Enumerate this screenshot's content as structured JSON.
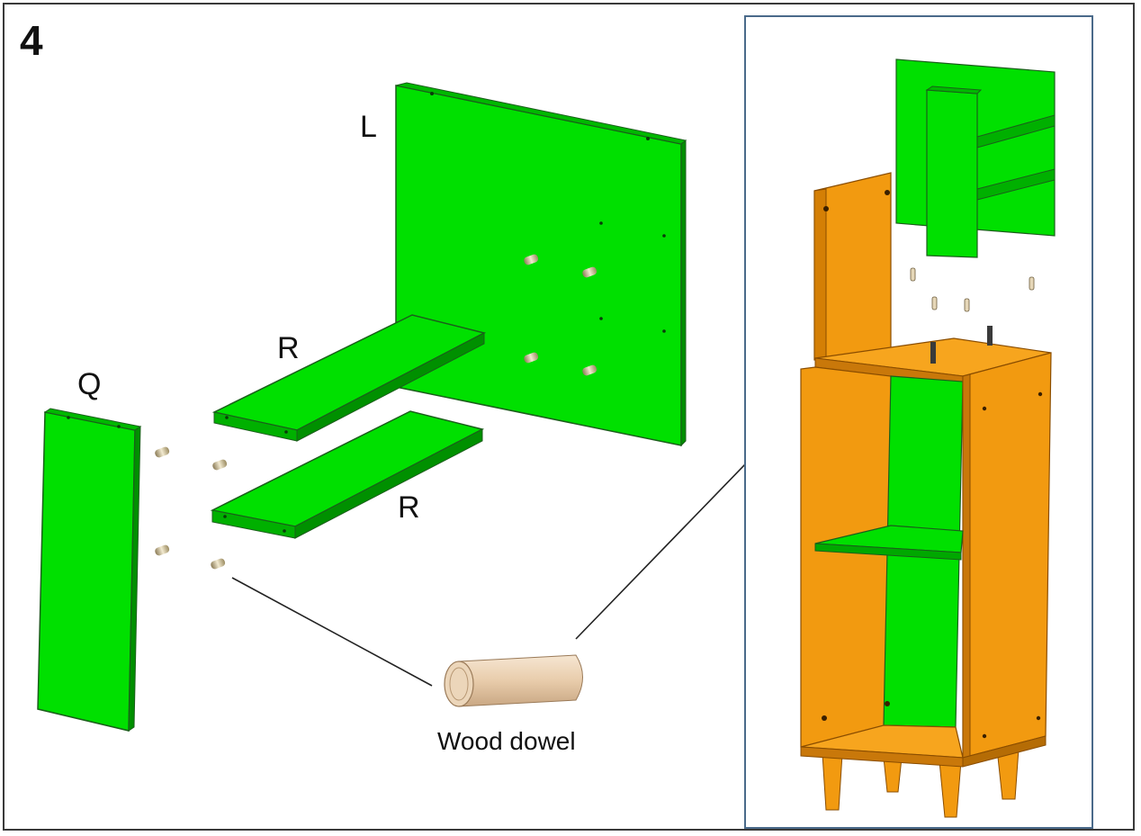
{
  "step_number": "4",
  "labels": {
    "left_panel": "L",
    "shelf_upper": "R",
    "shelf_lower": "R",
    "front_panel": "Q",
    "dowel": "Wood dowel"
  },
  "colors": {
    "panel_green": "#00e000",
    "panel_green_dark": "#009a00",
    "cabinet_orange": "#f29a10",
    "cabinet_orange_dark": "#b56c05",
    "dowel_tan": "#ead0b2",
    "inset_border": "#4a6a8a",
    "line": "#222222"
  }
}
